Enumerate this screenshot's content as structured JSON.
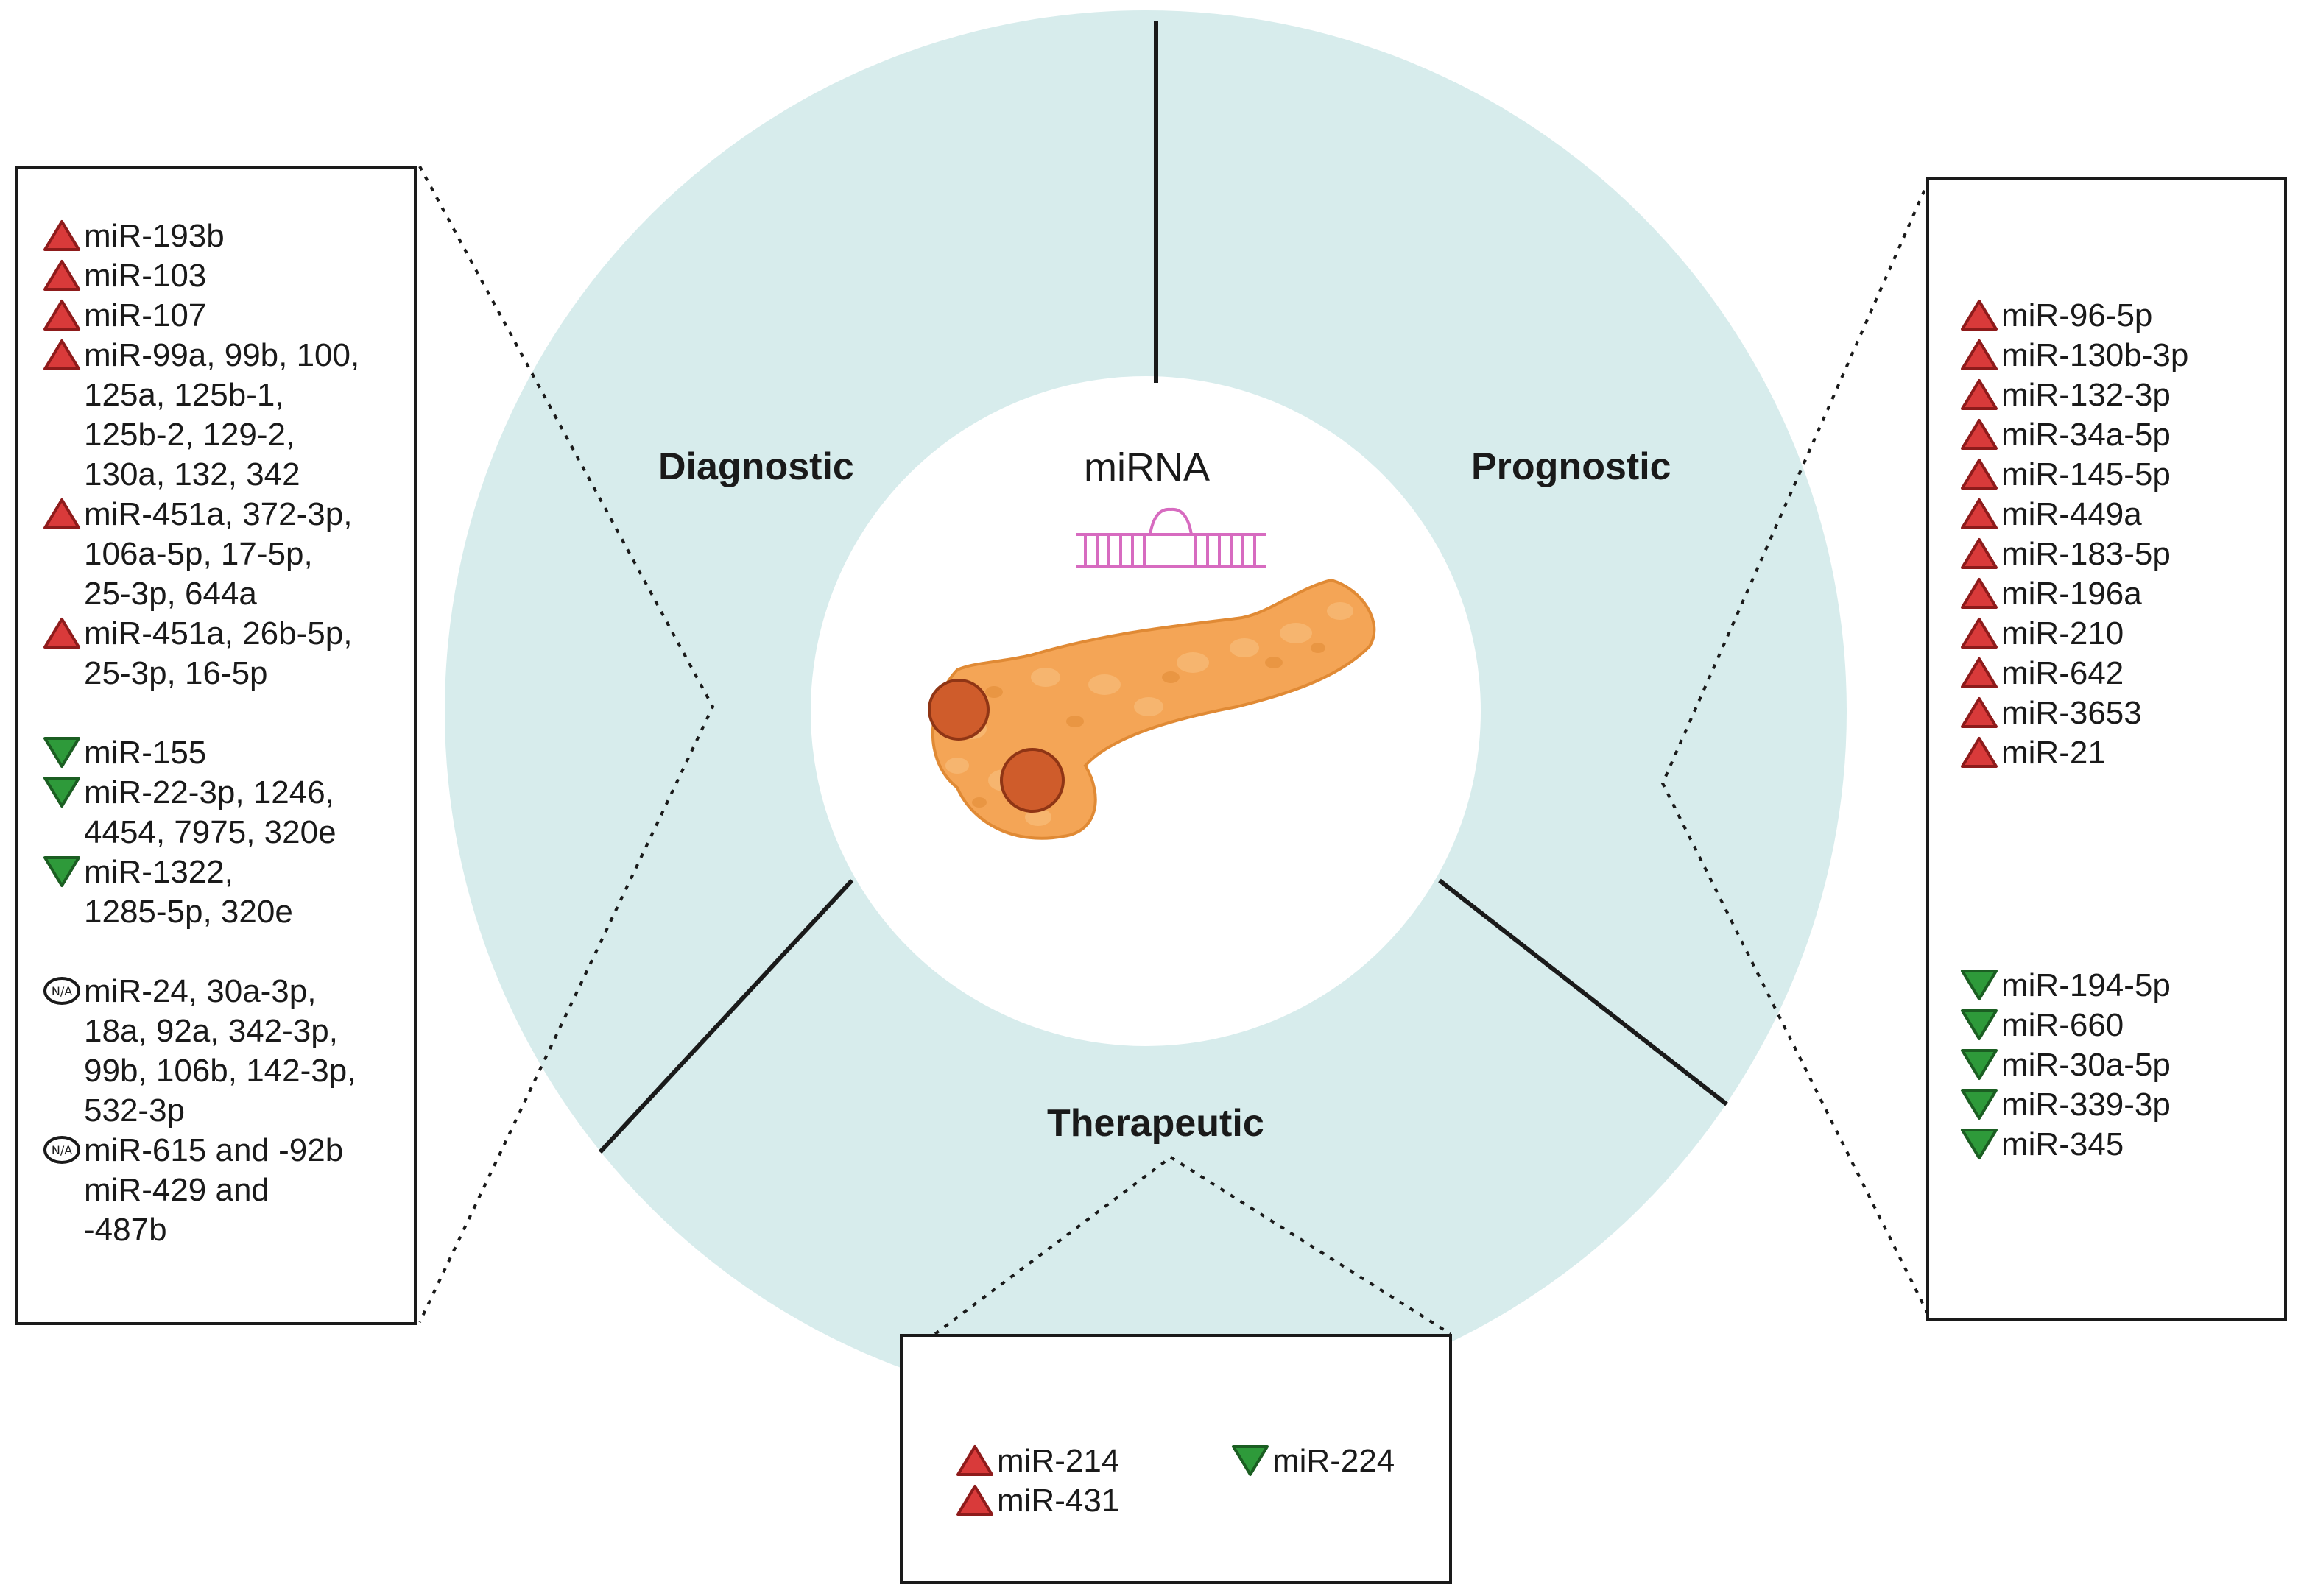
{
  "center_label": "miRNA",
  "sections": {
    "diagnostic": {
      "label": "Diagnostic",
      "groups": [
        {
          "marker": "up",
          "items": [
            "miR-193b",
            "miR-103",
            "miR-107",
            "miR-99a, 99b, 100,\n125a, 125b-1,\n125b-2, 129-2,\n130a, 132, 342",
            "miR-451a, 372-3p,\n106a-5p, 17-5p,\n25-3p, 644a",
            "miR-451a, 26b-5p,\n25-3p, 16-5p"
          ]
        },
        {
          "marker": "down",
          "items": [
            "miR-155",
            "miR-22-3p, 1246,\n4454, 7975, 320e",
            "miR-1322,\n1285-5p, 320e"
          ]
        },
        {
          "marker": "na",
          "items": [
            "miR-24, 30a-3p,\n18a, 92a, 342-3p,\n99b, 106b, 142-3p,\n532-3p",
            "miR-615 and -92b\nmiR-429 and\n-487b"
          ]
        }
      ]
    },
    "prognostic": {
      "label": "Prognostic",
      "groups": [
        {
          "marker": "up",
          "items": [
            "miR-96-5p",
            "miR-130b-3p",
            "miR-132-3p",
            "miR-34a-5p",
            "miR-145-5p",
            "miR-449a",
            "miR-183-5p",
            "miR-196a",
            "miR-210",
            "miR-642",
            "miR-3653",
            "miR-21"
          ]
        },
        {
          "marker": "down",
          "items": [
            "miR-194-5p",
            "miR-660",
            "miR-30a-5p",
            "miR-339-3p",
            "miR-345"
          ]
        }
      ]
    },
    "therapeutic": {
      "label": "Therapeutic",
      "groups": [
        {
          "marker": "up",
          "items": [
            "miR-214",
            "miR-431"
          ]
        },
        {
          "marker": "down",
          "items": [
            "miR-224"
          ]
        }
      ]
    }
  },
  "na_badge": "N/A",
  "colors": {
    "ring": "#d7ecec",
    "up": "#d93a3a",
    "up_stroke": "#8e1b1b",
    "down": "#2e9a3a",
    "down_stroke": "#1b5e22",
    "pancreas": "#f4a556",
    "tumor": "#cf5c2b",
    "rna": "#d76bc0"
  }
}
